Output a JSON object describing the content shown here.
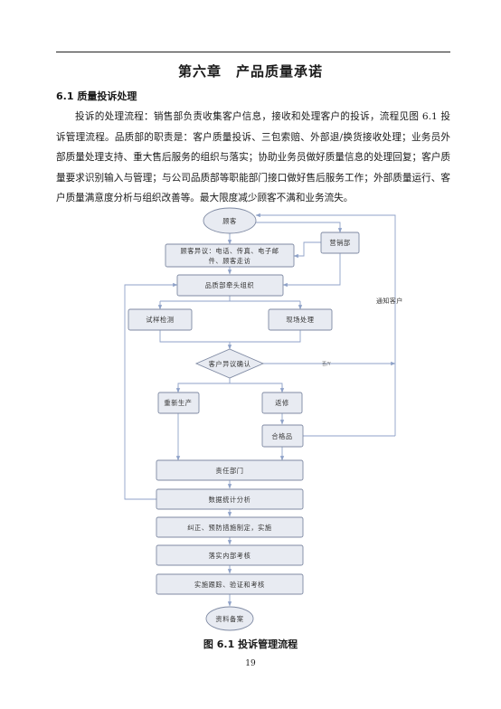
{
  "chapter_title": "第六章　产品质量承诺",
  "section_title": "6.1 质量投诉处理",
  "paragraph": "投诉的处理流程：销售部负责收集客户信息，接收和处理客户的投诉，流程见图 6.1 投诉管理流程。品质部的职责是：客户质量投诉、三包索赔、外部退/换货接收处理；业务员外部质量处理支持、重大售后服务的组织与落实；协助业务员做好质量信息的处理回复；客户质量要求识别输入与管理；与公司品质部等职能部门接口做好售后服务工作；外部质量运行、客户质量满意度分析与组织改善等。最大限度减少顾客不满和业务流失。",
  "flowchart": {
    "customer": "顾客",
    "sales_dept": "营销部",
    "objection_line1": "顾客异议：电话、传真、电子邮",
    "objection_line2": "件、顾客走访",
    "quality_lead": "品质部牵头组织",
    "sample_test": "试样检测",
    "onsite": "现场处理",
    "confirm": "客户异议确认",
    "no_label": "否/Y",
    "notify": "通知客户",
    "reproduce": "重新生产",
    "rework": "返修",
    "qualified": "合格品",
    "responsible": "责任部门",
    "statistics": "数据统计分析",
    "corrective": "纠正、预防措施制定，实施",
    "internal_review": "落实内部考核",
    "tracking": "实施跟踪、验证和考核",
    "archive": "资料备案"
  },
  "figure_caption": "图 6.1 投诉管理流程",
  "page_number": "19"
}
